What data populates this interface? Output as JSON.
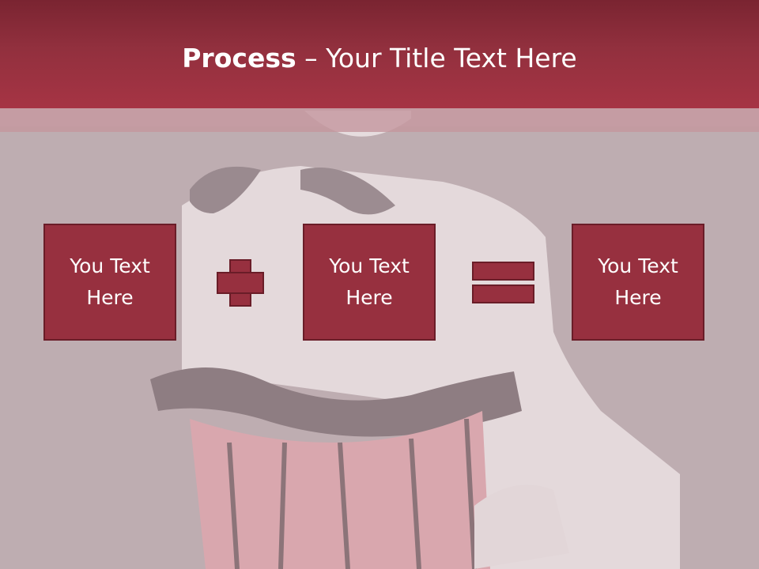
{
  "slide": {
    "title_bold": "Process",
    "title_rest": " – Your Title Text Here"
  },
  "boxes": [
    {
      "line1": "You Text",
      "line2": "Here"
    },
    {
      "line1": "You Text",
      "line2": "Here"
    },
    {
      "line1": "You Text",
      "line2": "Here"
    }
  ],
  "colors": {
    "header": "#a63444",
    "box_fill": "#97303f",
    "box_border": "#6a1d28",
    "text": "#ffffff"
  }
}
